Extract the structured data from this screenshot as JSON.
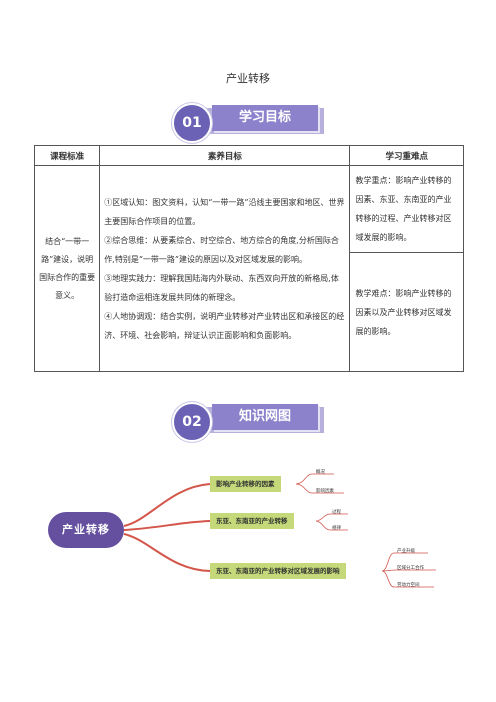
{
  "title": "产业转移",
  "section1": {
    "num": "01",
    "label": "学习目标"
  },
  "table": {
    "headers": [
      "课程标准",
      "素养目标",
      "学习重难点"
    ],
    "standard": "结合“一带一路”建设，说明国际合作的重要意义。",
    "literacy": [
      "①区域认知：图文资料，认知“一带一路”沿线主要国家和地区、世界主要国际合作项目的位置。",
      "②综合思维：从要素综合、时空综合、地方综合的角度,分析国际合作,特别是“一带一路”建设的原因以及对区域发展的影响。",
      "③地理实践力：理解我国陆海内外联动、东西双向开放的新格局,体验打造命运相连发展共同体的新理念。",
      "④人地协调观：结合实例，说明产业转移对产业转出区和承接区的经济、环境、社会影响，辩证认识正面影响和负面影响。"
    ],
    "key_point": "教学重点：影响产业转移的因素、东亚、东南亚的产业转移的过程、产业转移对区域发展的影响。",
    "difficulty": "教学难点：影响产业转移的因素以及产业转移对区域发展的影响。"
  },
  "section2": {
    "num": "02",
    "label": "知识网图"
  },
  "mindmap": {
    "center": "产业转移",
    "branches": [
      {
        "label": "影响产业转移的因素",
        "leaves": [
          "概况",
          "影响因素"
        ]
      },
      {
        "label": "东亚、东南亚的产业转移",
        "leaves": [
          "过程",
          "规律"
        ]
      },
      {
        "label": "东亚、东南亚的产业转移对区域发展的影响",
        "leaves": [
          "产业升级",
          "区域分工合作",
          "劳动力空间"
        ]
      }
    ]
  },
  "colors": {
    "badge_dark": "#6b62b6",
    "badge_light": "#8c82cc",
    "mindmap_center": "#64509f",
    "branch_box": "#c5d97a",
    "branch_line": "#d4554a"
  }
}
